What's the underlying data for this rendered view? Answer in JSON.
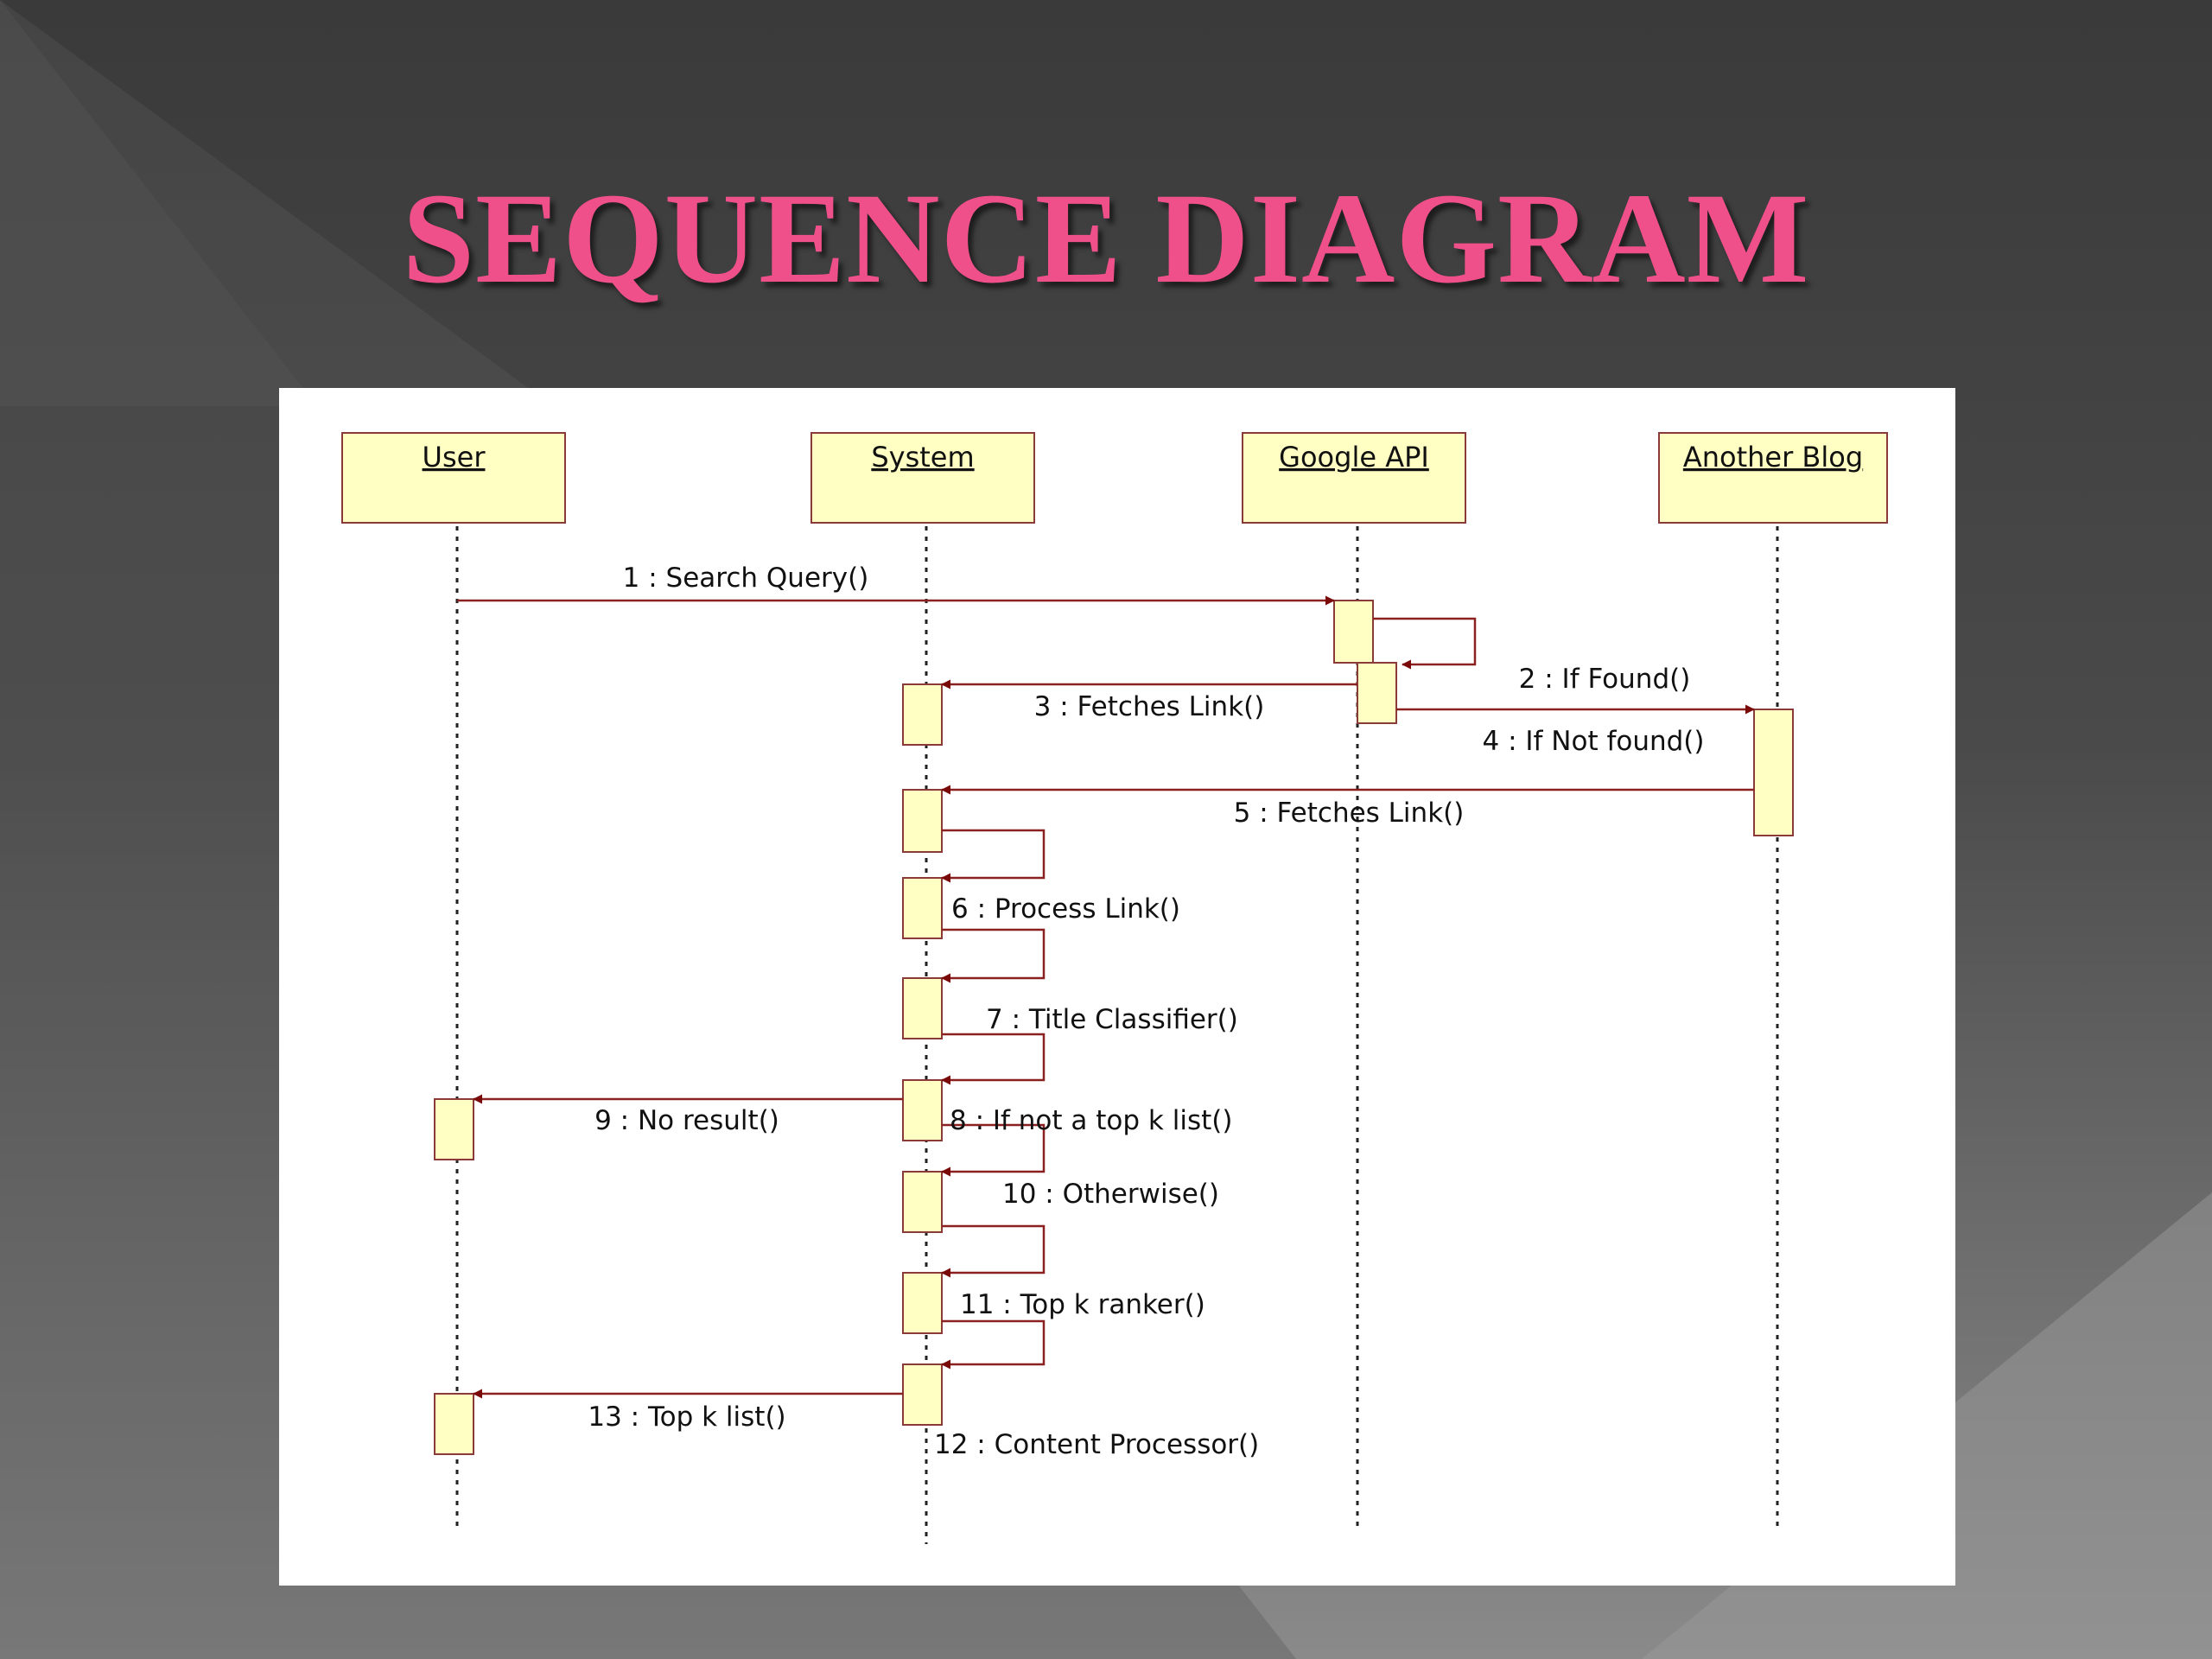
{
  "slide": {
    "title": "SEQUENCE DIAGRAM",
    "colors": {
      "title": "#f0508a",
      "background": "#3c3c3c",
      "box_fill": "#ffffc4",
      "box_stroke": "#8b3a3a",
      "arrow": "#7a0a0a"
    }
  },
  "diagram": {
    "participants": [
      {
        "id": "user",
        "name": "User"
      },
      {
        "id": "system",
        "name": "System"
      },
      {
        "id": "google",
        "name": "Google API"
      },
      {
        "id": "blog",
        "name": "Another Blog"
      }
    ],
    "messages": [
      {
        "id": "m1",
        "label": "1 : Search Query()",
        "from": "user",
        "to": "google"
      },
      {
        "id": "m2",
        "label": "2 : If Found()",
        "from": "google",
        "to": "google"
      },
      {
        "id": "m3",
        "label": "3 : Fetches Link()",
        "from": "google",
        "to": "system"
      },
      {
        "id": "m4",
        "label": "4 : If Not found()",
        "from": "google",
        "to": "blog"
      },
      {
        "id": "m5",
        "label": "5 : Fetches Link()",
        "from": "blog",
        "to": "system"
      },
      {
        "id": "m6",
        "label": "6 : Process Link()",
        "from": "system",
        "to": "system"
      },
      {
        "id": "m7",
        "label": "7 : Title Classifier()",
        "from": "system",
        "to": "system"
      },
      {
        "id": "m8",
        "label": "8 : If not a top k list()",
        "from": "system",
        "to": "system"
      },
      {
        "id": "m9",
        "label": "9 : No result()",
        "from": "system",
        "to": "user"
      },
      {
        "id": "m10",
        "label": "10 : Otherwise()",
        "from": "system",
        "to": "system"
      },
      {
        "id": "m11",
        "label": "11 : Top k ranker()",
        "from": "system",
        "to": "system"
      },
      {
        "id": "m12",
        "label": "12 : Content Processor()",
        "from": "system",
        "to": "system"
      },
      {
        "id": "m13",
        "label": "13 : Top k list()",
        "from": "system",
        "to": "user"
      }
    ]
  }
}
